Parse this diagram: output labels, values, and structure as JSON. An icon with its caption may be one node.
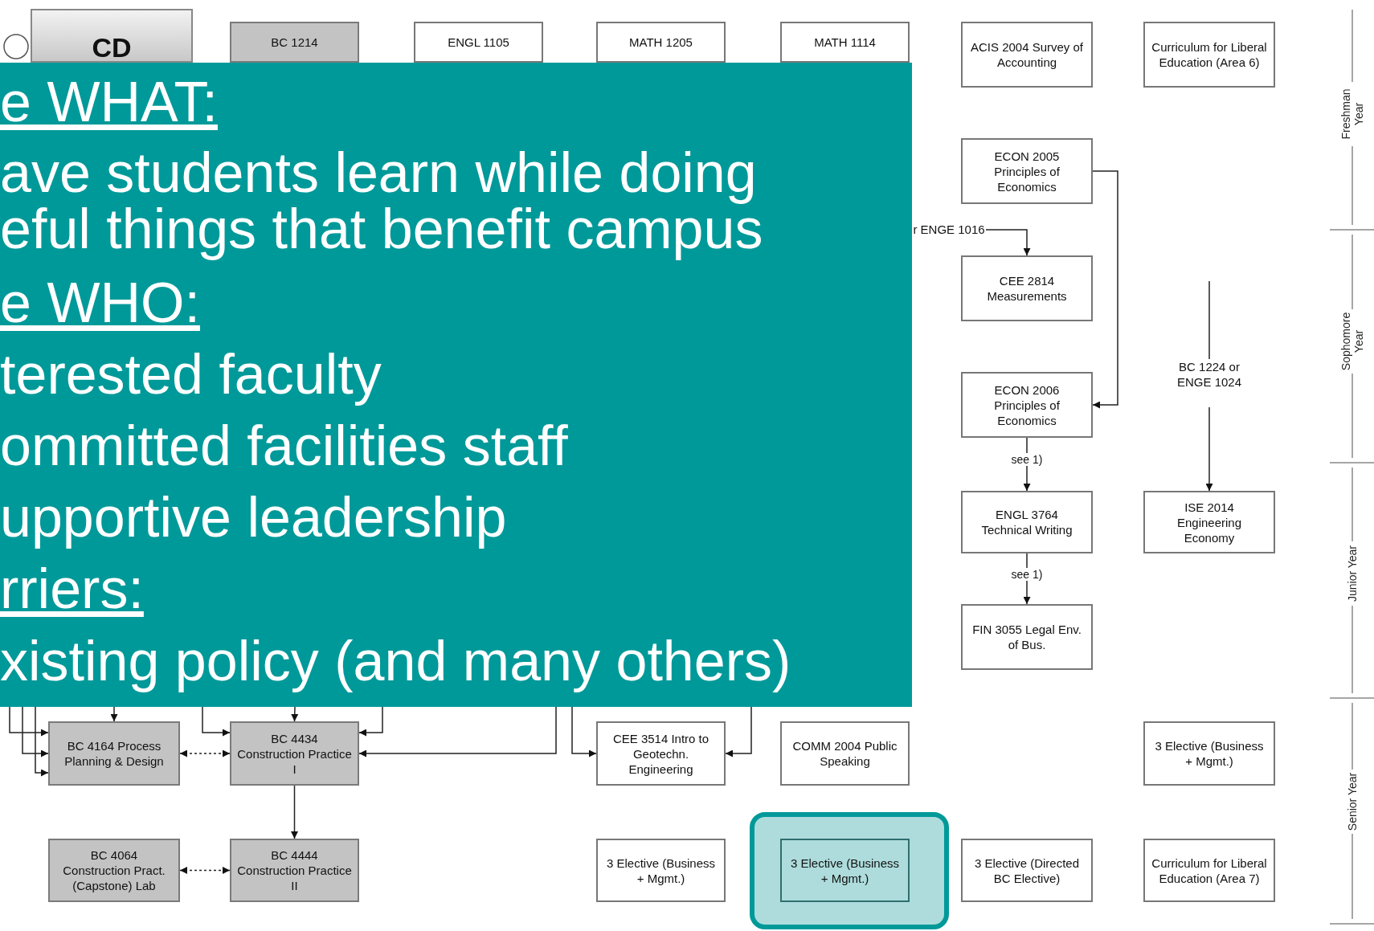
{
  "diagram": {
    "nodes": [
      {
        "text": [
          "CD"
        ]
      },
      {
        "text": [
          "BC 1214"
        ]
      },
      {
        "text": [
          "ENGL 1105"
        ]
      },
      {
        "text": [
          "MATH 1205"
        ]
      },
      {
        "text": [
          "MATH 1114"
        ]
      },
      {
        "text": [
          "ACIS 2004 Survey of Accounting"
        ]
      },
      {
        "text": [
          "Curriculum for Liberal Education (Area 6)"
        ]
      },
      {
        "text": [
          "ECON 2005 Principles of Economics"
        ]
      },
      {
        "text": [
          "r ENGE 1016"
        ]
      },
      {
        "text": [
          "CEE 2814 Measurements"
        ]
      },
      {
        "text": [
          "BC 1224 or ENGE 1024"
        ]
      },
      {
        "text": [
          "ECON 2006 Principles of Economics"
        ]
      },
      {
        "text": [
          "ENGL 3764 Technical Writing"
        ]
      },
      {
        "text": [
          "ISE 2014 Engineering Economy"
        ]
      },
      {
        "text": [
          "FIN 3055 Legal Env. of Bus."
        ]
      },
      {
        "text": [
          "BC 4164 Process Planning & Design"
        ]
      },
      {
        "text": [
          "BC 4434 Construction Practice I"
        ]
      },
      {
        "text": [
          "CEE 3514 Intro to Geotechn. Engineering"
        ]
      },
      {
        "text": [
          "COMM 2004 Public Speaking"
        ]
      },
      {
        "text": [
          "3 Elective (Business + Mgmt.)"
        ]
      },
      {
        "text": [
          "BC 4064 Construction Pract. (Capstone) Lab"
        ]
      },
      {
        "text": [
          "BC 4444 Construction Practice II"
        ]
      },
      {
        "text": [
          "3 Elective (Business + Mgmt.)"
        ]
      },
      {
        "text": [
          "3 Elective (Business + Mgmt.)"
        ]
      },
      {
        "text": [
          "3 Elective (Directed BC Elective)"
        ]
      },
      {
        "text": [
          "Curriculum for Liberal Education (Area 7)"
        ]
      },
      {
        "text": [
          "e WHAT:",
          "ave students learn while doing eful things that benefit campus",
          "e WHO:",
          "terested faculty",
          "ommitted facilities staff",
          "upportive leadership",
          "rriers:",
          "xisting policy (and many others)"
        ]
      }
    ],
    "edges": [
      {
        "from": 7,
        "to": 11,
        "arrow": "to"
      },
      {
        "from": 8,
        "to": 9,
        "arrow": "to"
      },
      {
        "from": null,
        "to": 10,
        "arrow": "none"
      },
      {
        "from": 10,
        "to": 13,
        "arrow": "to"
      },
      {
        "from": 11,
        "to": 12,
        "arrow": "to",
        "label": "see 1)"
      },
      {
        "from": 12,
        "to": 14,
        "arrow": "to",
        "label": "see 1)"
      },
      {
        "from": 26,
        "to": 15,
        "arrow": "to"
      },
      {
        "from": 26,
        "to": 15,
        "arrow": "to"
      },
      {
        "from": 26,
        "to": 15,
        "arrow": "to"
      },
      {
        "from": 26,
        "to": 15,
        "arrow": "to"
      },
      {
        "from": 15,
        "to": 16,
        "arrow": "both",
        "style": "dashed"
      },
      {
        "from": 26,
        "to": 16,
        "arrow": "to"
      },
      {
        "from": 26,
        "to": 16,
        "arrow": "to"
      },
      {
        "from": 26,
        "to": 16,
        "arrow": "to"
      },
      {
        "from": 26,
        "to": 16,
        "arrow": "to"
      },
      {
        "from": 26,
        "to": 17,
        "arrow": "to"
      },
      {
        "from": 26,
        "to": 17,
        "arrow": "to"
      },
      {
        "from": 16,
        "to": 21,
        "arrow": "to"
      },
      {
        "from": 20,
        "to": 21,
        "arrow": "both",
        "style": "dashed"
      }
    ],
    "labels": [
      "Freshman Year",
      "Sophomore Year",
      "Junior Year",
      "Senior Year"
    ]
  }
}
